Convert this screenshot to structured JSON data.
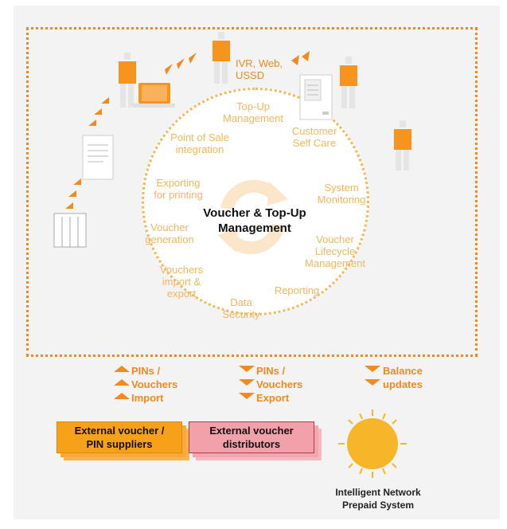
{
  "diagram": {
    "center": {
      "line1": "Voucher & Top-Up",
      "line2": "Management"
    },
    "channel_label": {
      "line1": "IVR, Web,",
      "line2": "USSD"
    },
    "modules": [
      {
        "line1": "Top-Up",
        "line2": "Management"
      },
      {
        "line1": "Customer",
        "line2": "Self Care"
      },
      {
        "line1": "Point of Sale",
        "line2": "integration"
      },
      {
        "line1": "Exporting",
        "line2": "for printing"
      },
      {
        "line1": "System",
        "line2": "Monitoring"
      },
      {
        "line1": "Voucher",
        "line2": "generation"
      },
      {
        "line1": "Voucher",
        "line2": "Lifecycle",
        "line3": "Management"
      },
      {
        "line1": "Vouchers",
        "line2": "import &",
        "line3": "export"
      },
      {
        "line1": "Reporting"
      },
      {
        "line1": "Data",
        "line2": "Security"
      }
    ],
    "flows": [
      {
        "line1": "PINs /",
        "line2": "Vouchers",
        "line3": "Import",
        "direction": "up"
      },
      {
        "line1": "PINs /",
        "line2": "Vouchers",
        "line3": "Export",
        "direction": "down"
      },
      {
        "line1": "Balance",
        "line2": "updates",
        "direction": "down"
      }
    ],
    "external": [
      {
        "line1": "External voucher /",
        "line2": "PIN suppliers",
        "color": "#f7a11a"
      },
      {
        "line1": "External voucher",
        "line2": "distributors",
        "color": "#f2a0aa"
      }
    ],
    "in_system": {
      "line1": "Intelligent Network",
      "line2": "Prepaid System",
      "color": "#f7b52a"
    },
    "colors": {
      "accent": "#f08a1e",
      "light_accent": "#f5b75c",
      "panel": "#f3f3f3"
    },
    "icons": [
      "person-icon",
      "laptop-icon",
      "document-icon",
      "kiosk-icon",
      "server-icon",
      "sun-icon",
      "chevron-arrow-icon",
      "refresh-arrows-icon"
    ]
  }
}
